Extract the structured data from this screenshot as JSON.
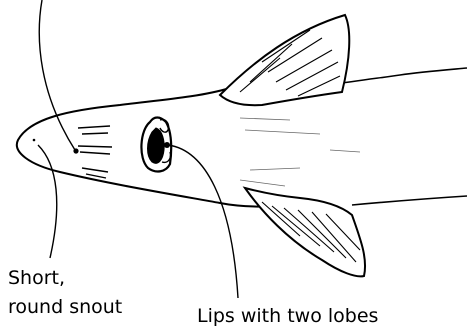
{
  "labels": {
    "snout_line1": "Short,",
    "snout_line2": "round snout",
    "lips": "Lips with two lobes"
  },
  "colors": {
    "ink": "#000000",
    "background": "#ffffff"
  }
}
